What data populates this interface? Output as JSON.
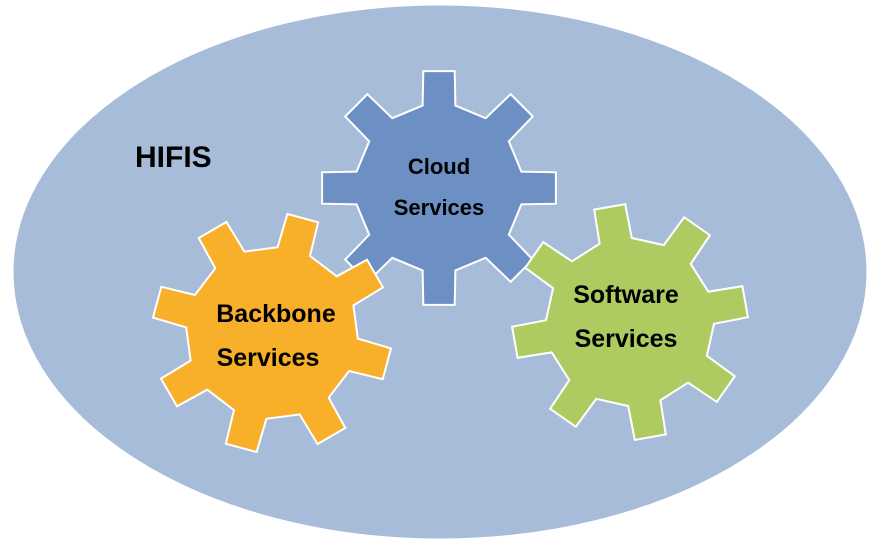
{
  "diagram": {
    "container_label": "HIFIS",
    "background_color": "#a7bcd9",
    "background_stroke": "#ffffff",
    "gears": [
      {
        "id": "cloud",
        "lines": [
          "Cloud",
          "Services"
        ],
        "color": "#6c90c3"
      },
      {
        "id": "backbone",
        "lines": [
          "Backbone",
          "Services"
        ],
        "color": "#f8b02a"
      },
      {
        "id": "software",
        "lines": [
          "Software",
          "Services"
        ],
        "color": "#aecb62"
      }
    ]
  }
}
